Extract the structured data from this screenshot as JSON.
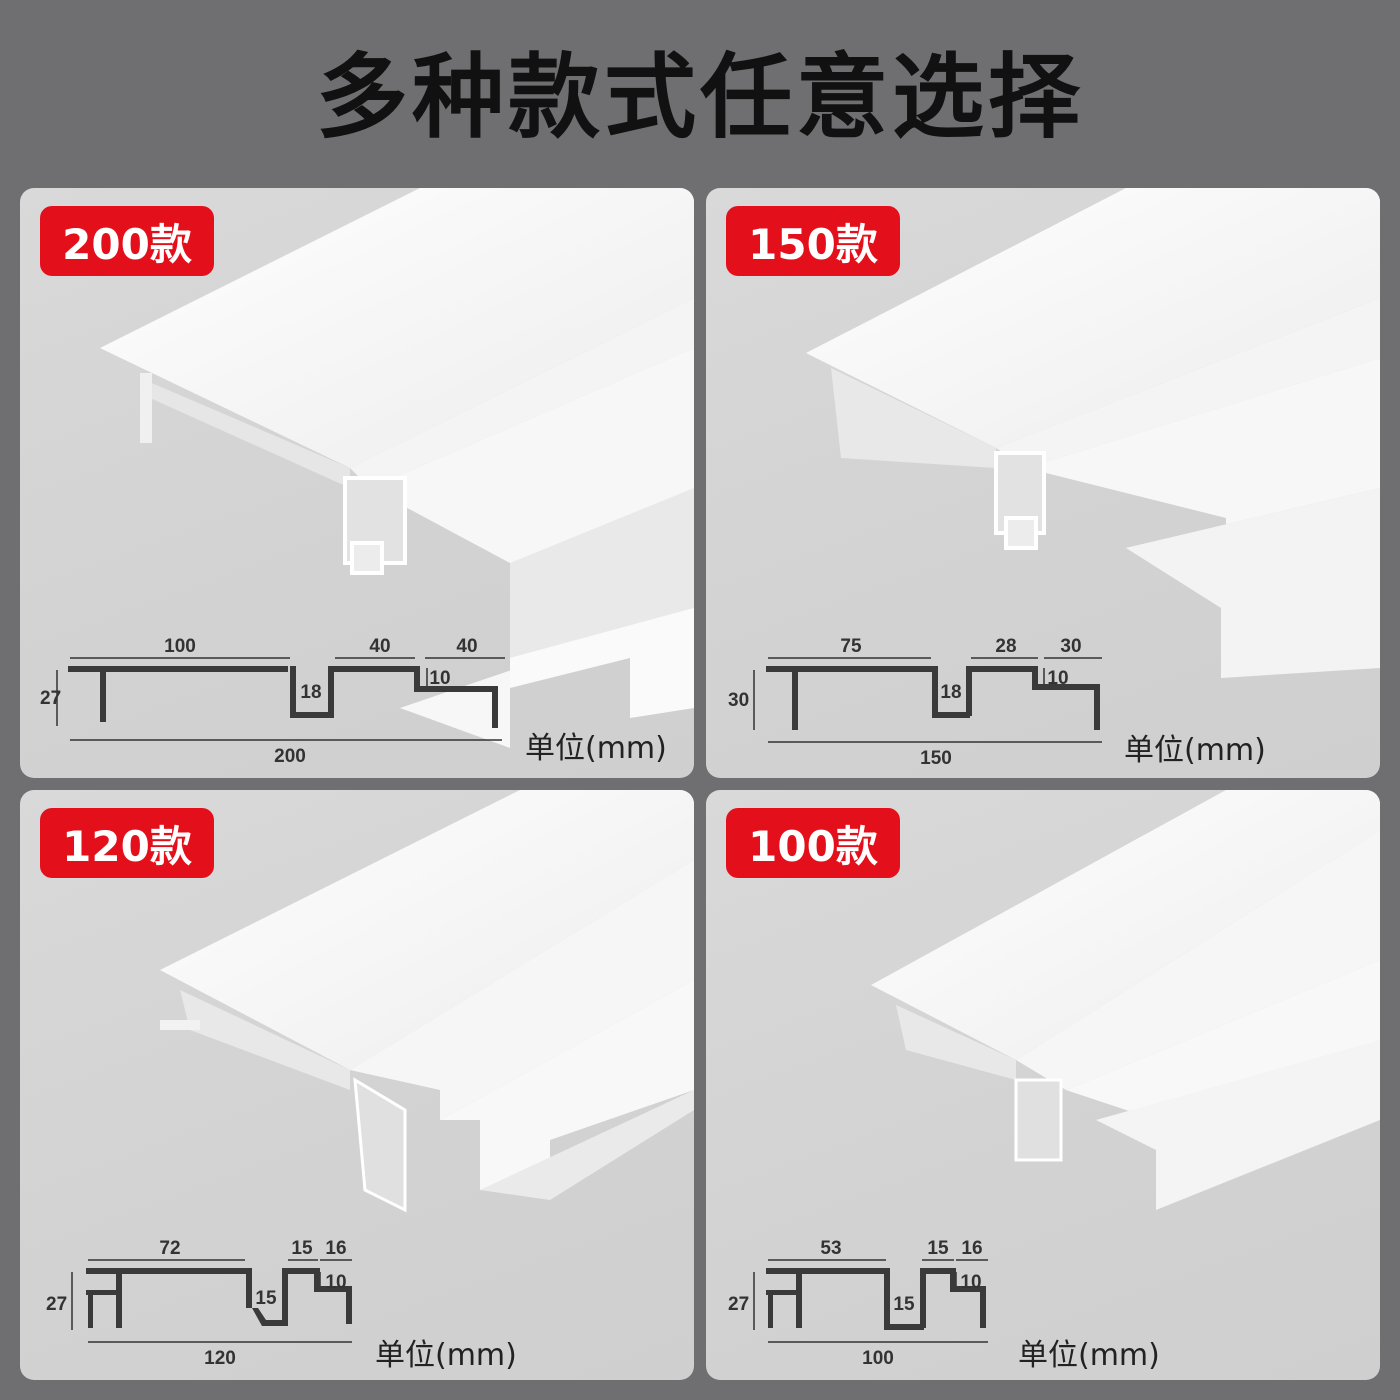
{
  "title": "多种款式任意选择",
  "unit_label": "单位(mm)",
  "models": [
    {
      "badge": "200款",
      "dims": {
        "top_a": "100",
        "top_b": "40",
        "top_c": "40",
        "step": "10",
        "slot": "18",
        "height": "27",
        "total": "200"
      }
    },
    {
      "badge": "150款",
      "dims": {
        "top_a": "75",
        "top_b": "28",
        "top_c": "30",
        "step": "10",
        "slot": "18",
        "height": "30",
        "total": "150"
      }
    },
    {
      "badge": "120款",
      "dims": {
        "top_a": "72",
        "top_b": "15",
        "top_c": "16",
        "step": "10",
        "slot": "15",
        "height": "27",
        "total": "120"
      }
    },
    {
      "badge": "100款",
      "dims": {
        "top_a": "53",
        "top_b": "15",
        "top_c": "16",
        "step": "10",
        "slot": "15",
        "height": "27",
        "total": "100"
      }
    }
  ],
  "colors": {
    "badge": "#e3101c",
    "background": "#6f6f71",
    "panel": "#d6d6d6",
    "profile": "#3a3a3a"
  }
}
